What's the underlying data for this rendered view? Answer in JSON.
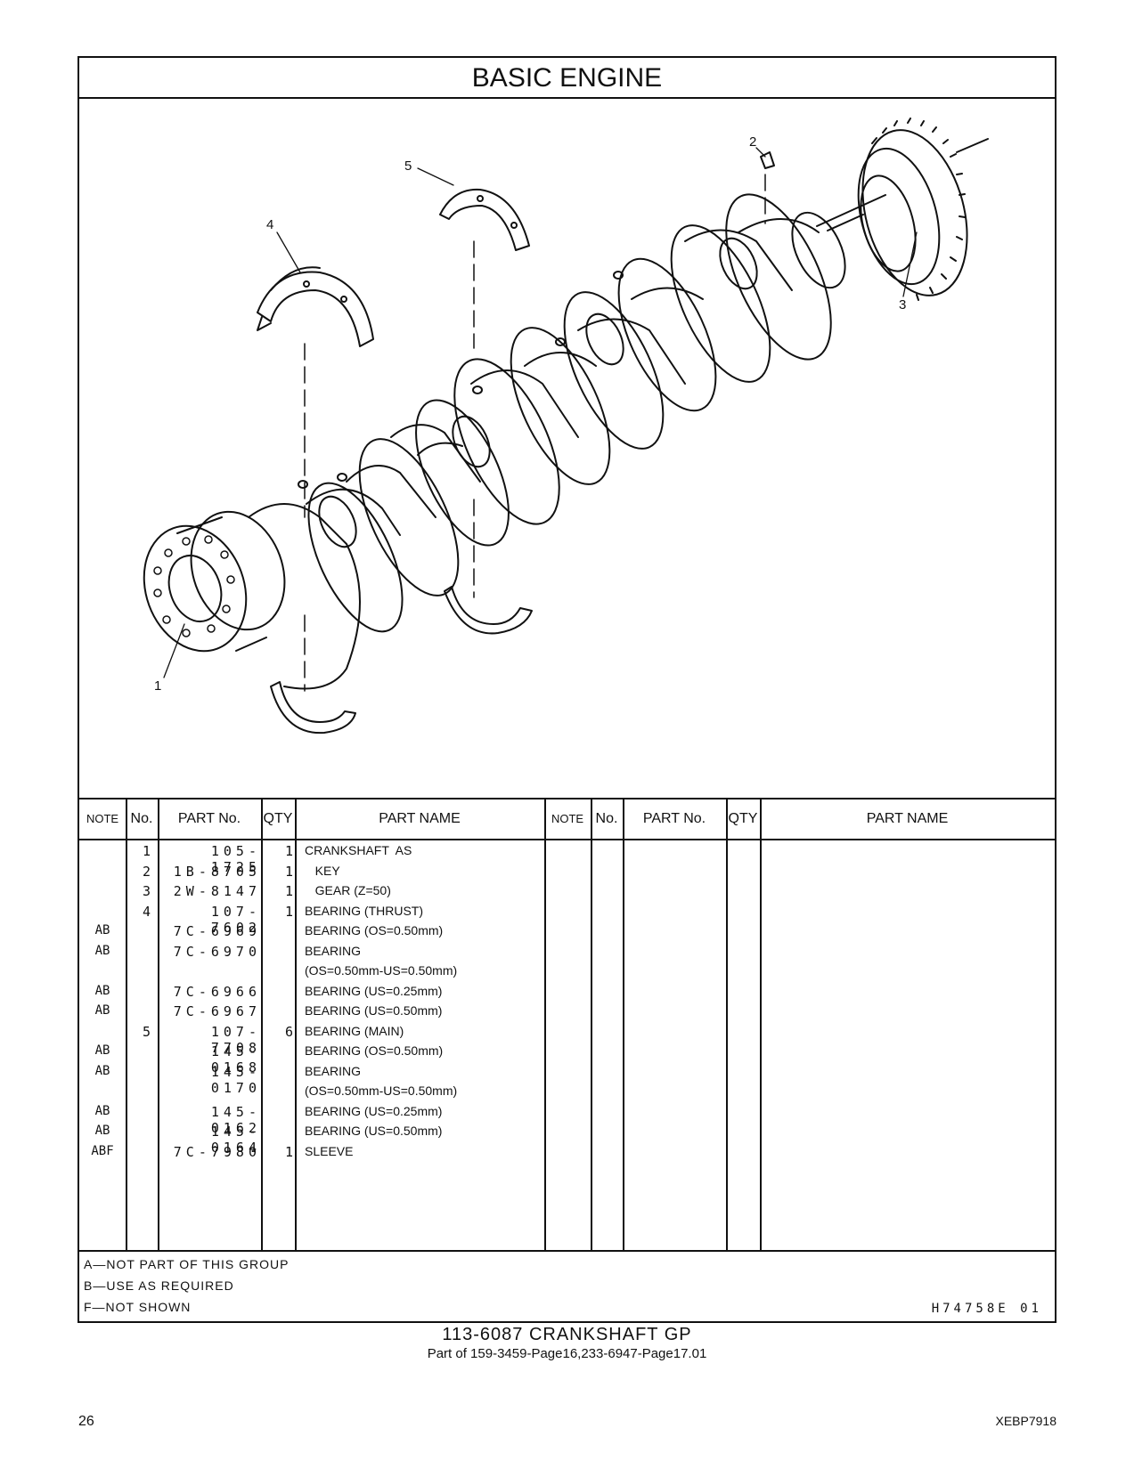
{
  "header": {
    "title": "BASIC   ENGINE"
  },
  "callouts": [
    "1",
    "2",
    "3",
    "4",
    "5"
  ],
  "table": {
    "columns": {
      "note": "NOTE",
      "no": "No.",
      "part_no": "PART No.",
      "qty": "QTY",
      "part_name": "PART NAME"
    },
    "rows": [
      {
        "note": "",
        "no": "1",
        "part_no": "105-1725",
        "qty": "1",
        "name": "CRANKSHAFT  AS"
      },
      {
        "note": "",
        "no": "2",
        "part_no": "1B-8705",
        "qty": "1",
        "name": "   KEY"
      },
      {
        "note": "",
        "no": "3",
        "part_no": "2W-8147",
        "qty": "1",
        "name": "   GEAR (Z=50)"
      },
      {
        "note": "",
        "no": "4",
        "part_no": "107-7602",
        "qty": "1",
        "name": "BEARING (THRUST)"
      },
      {
        "note": "AB",
        "no": "",
        "part_no": "7C-6969",
        "qty": "",
        "name": "BEARING (OS=0.50mm)"
      },
      {
        "note": "AB",
        "no": "",
        "part_no": "7C-6970",
        "qty": "",
        "name": "BEARING"
      },
      {
        "note": "",
        "no": "",
        "part_no": "",
        "qty": "",
        "name": "(OS=0.50mm-US=0.50mm)"
      },
      {
        "note": "AB",
        "no": "",
        "part_no": "7C-6966",
        "qty": "",
        "name": "BEARING (US=0.25mm)"
      },
      {
        "note": "AB",
        "no": "",
        "part_no": "7C-6967",
        "qty": "",
        "name": "BEARING (US=0.50mm)"
      },
      {
        "note": "",
        "no": "5",
        "part_no": "107-7708",
        "qty": "6",
        "name": "BEARING (MAIN)"
      },
      {
        "note": "AB",
        "no": "",
        "part_no": "145-0168",
        "qty": "",
        "name": "BEARING (OS=0.50mm)"
      },
      {
        "note": "AB",
        "no": "",
        "part_no": "145-0170",
        "qty": "",
        "name": "BEARING"
      },
      {
        "note": "",
        "no": "",
        "part_no": "",
        "qty": "",
        "name": "(OS=0.50mm-US=0.50mm)"
      },
      {
        "note": "AB",
        "no": "",
        "part_no": "145-0162",
        "qty": "",
        "name": "BEARING (US=0.25mm)"
      },
      {
        "note": "AB",
        "no": "",
        "part_no": "145-0164",
        "qty": "",
        "name": "BEARING (US=0.50mm)"
      },
      {
        "note": "ABF",
        "no": "",
        "part_no": "7C-7980",
        "qty": "1",
        "name": "SLEEVE"
      }
    ]
  },
  "notes": [
    "A—NOT  PART  OF  THIS  GROUP",
    "B—USE  AS  REQUIRED",
    "F—NOT  SHOWN"
  ],
  "drawing_id": "H74758E  01",
  "caption": {
    "main": "113-6087   CRANKSHAFT  GP",
    "sub": "Part of 159-3459-Page16,233-6947-Page17.01"
  },
  "footer": {
    "page_number": "26",
    "doc_id": "XEBP7918"
  }
}
